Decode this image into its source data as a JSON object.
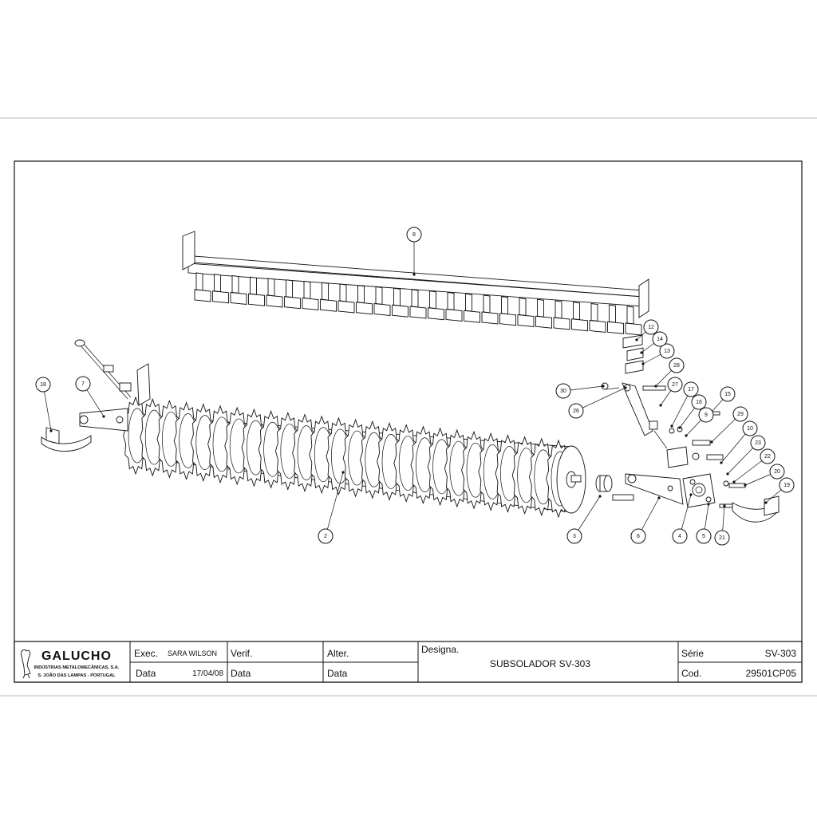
{
  "titleblock": {
    "company_name": "GALUCHO",
    "company_line1": "INDÚSTRIAS METALOMECÂNICAS, S.A.",
    "company_line2": "S. JOÃO DAS LAMPAS - PORTUGAL",
    "exec_label": "Exec.",
    "exec_value": "SARA WILSON",
    "verif_label": "Verif.",
    "alter_label": "Alter.",
    "designa_label": "Designa.",
    "designation": "SUBSOLADOR SV-303",
    "data_label": "Data",
    "data_value": "17/04/08",
    "serie_label": "Série",
    "serie_value": "SV-303",
    "cod_label": "Cod.",
    "cod_value": "29501CP05"
  },
  "callouts": [
    "2",
    "3",
    "4",
    "5",
    "6",
    "7",
    "8",
    "9",
    "10",
    "12",
    "13",
    "14",
    "15",
    "16",
    "17",
    "18",
    "19",
    "20",
    "21",
    "22",
    "23",
    "26",
    "27",
    "28",
    "29",
    "30"
  ]
}
